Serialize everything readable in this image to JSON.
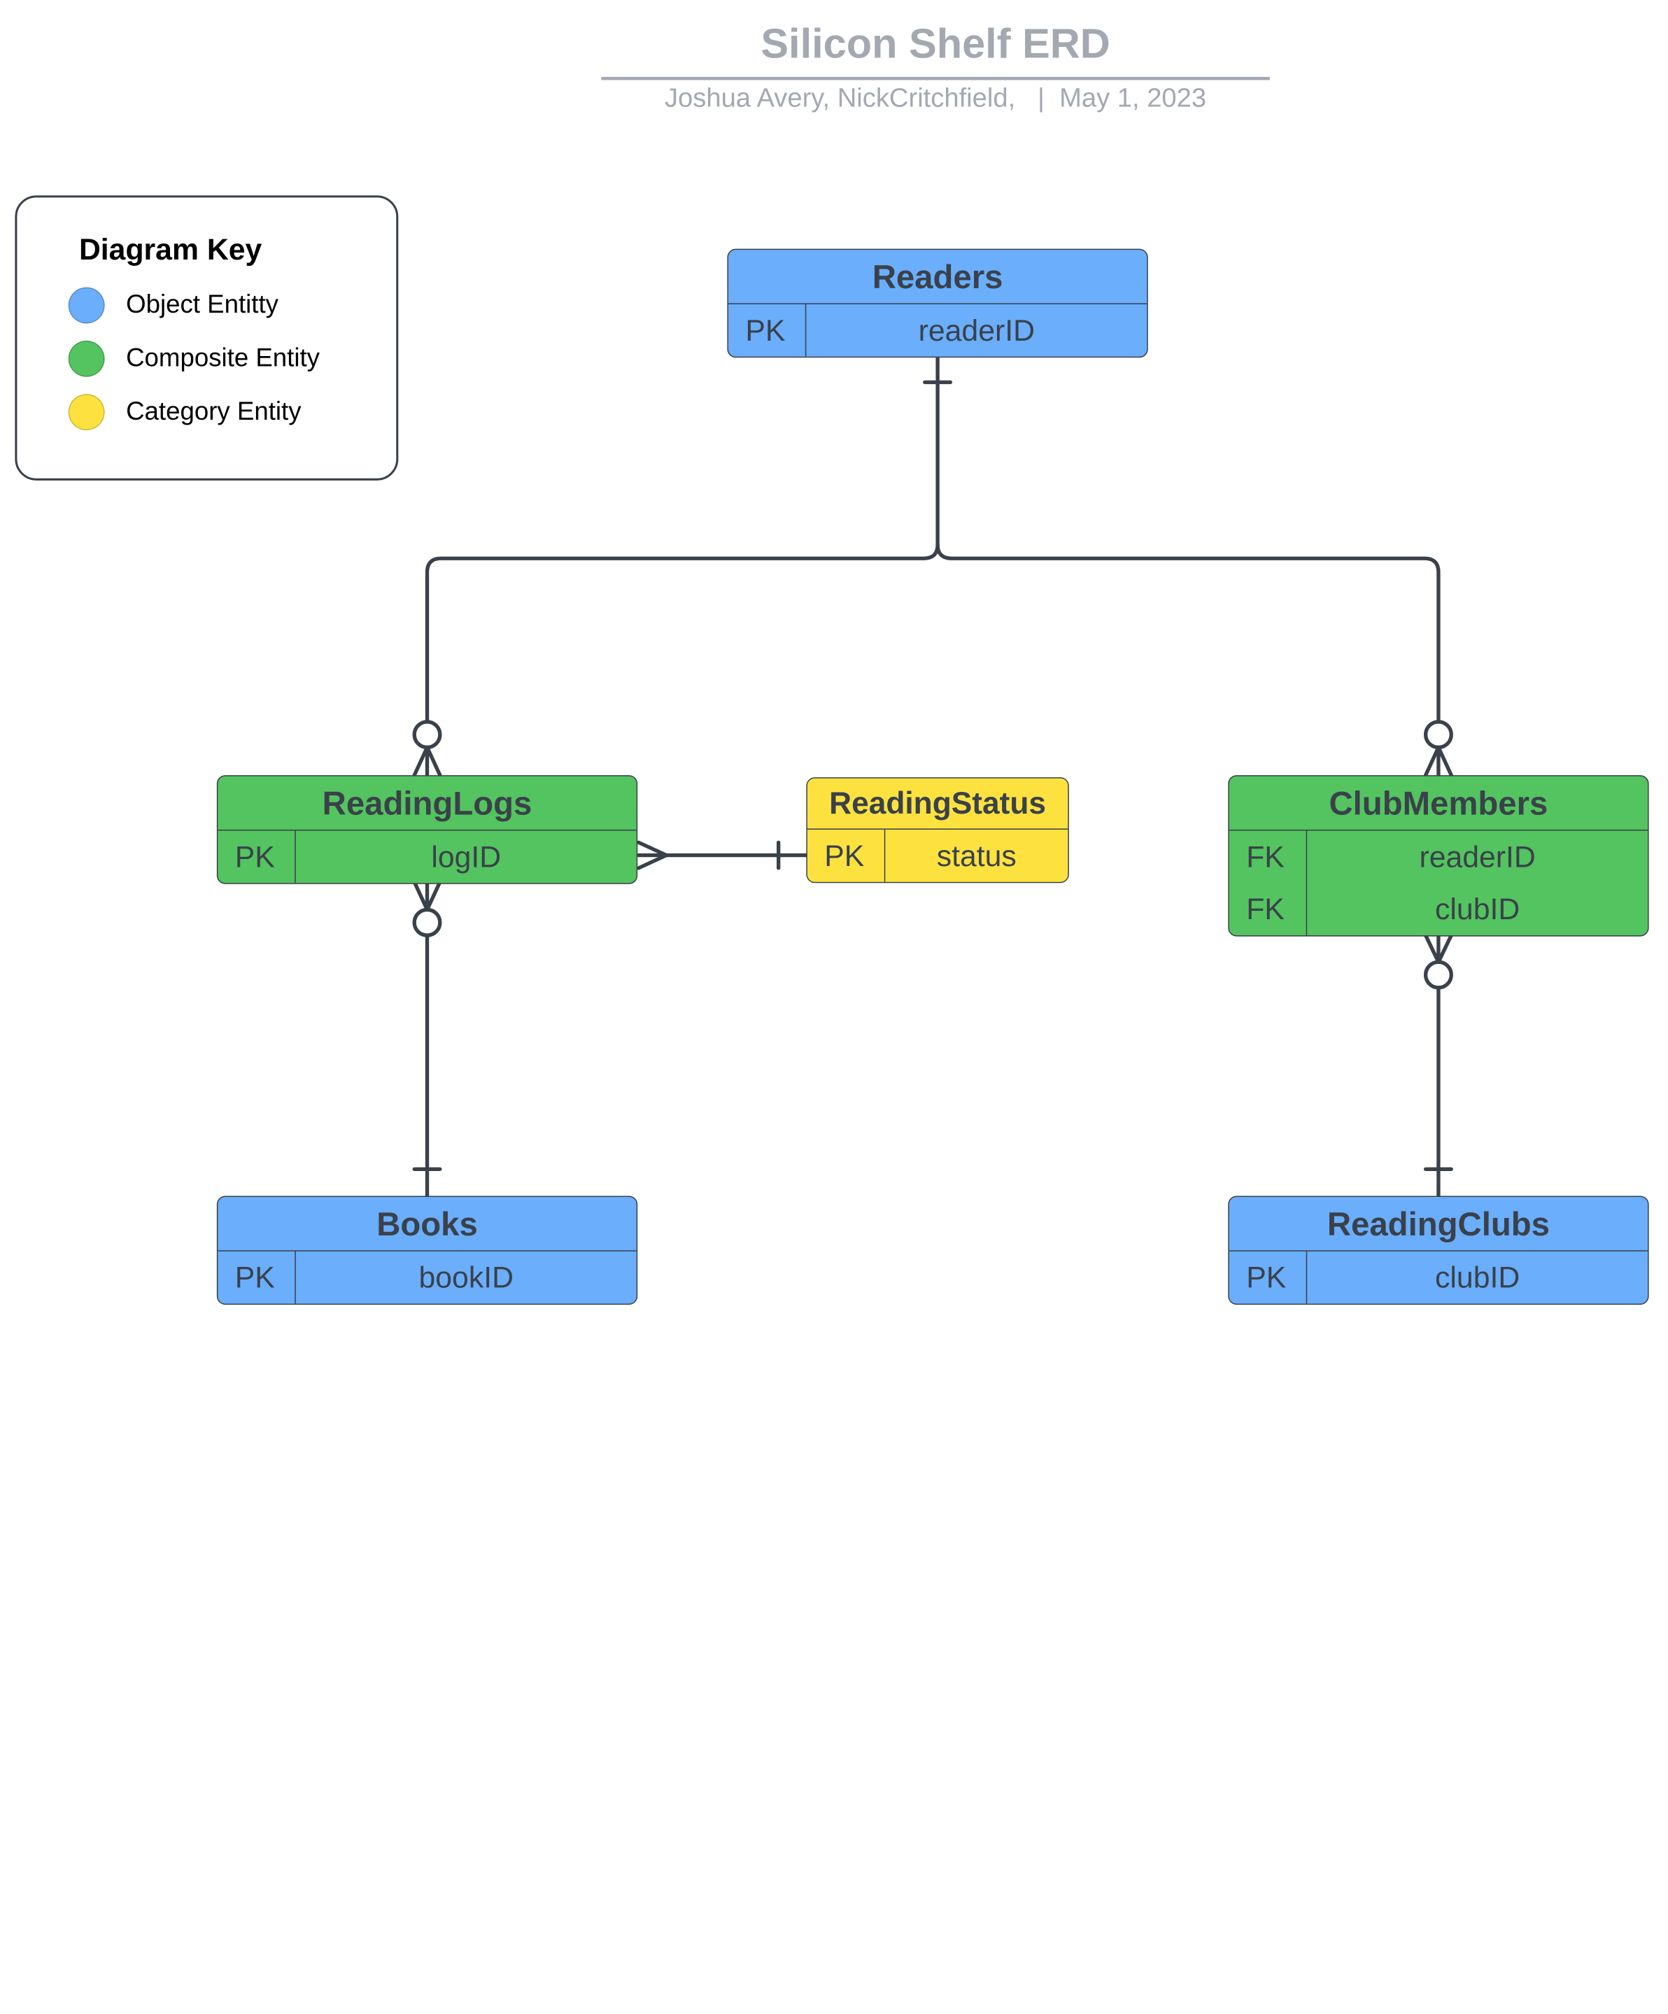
{
  "header": {
    "title": "Silicon Shelf ERD",
    "subtitle": "Joshua Avery, NickCritchfield,   |  May 1, 2023"
  },
  "legend": {
    "title": "Diagram Key",
    "items": [
      {
        "label": "Object Entitty",
        "color": "#6aaefc"
      },
      {
        "label": "Composite Entity",
        "color": "#53c45f"
      },
      {
        "label": "Category Entity",
        "color": "#fde23f"
      }
    ]
  },
  "colors": {
    "object": "#6aaefc",
    "composite": "#53c45f",
    "category": "#fde23f",
    "line": "#3a414a"
  },
  "entities": {
    "readers": {
      "name": "Readers",
      "rows": [
        {
          "key": "PK",
          "field": "readerID"
        }
      ]
    },
    "reading_logs": {
      "name": "ReadingLogs",
      "rows": [
        {
          "key": "PK",
          "field": "logID"
        }
      ]
    },
    "reading_status": {
      "name": "ReadingStatus",
      "rows": [
        {
          "key": "PK",
          "field": "status"
        }
      ]
    },
    "club_members": {
      "name": "ClubMembers",
      "rows": [
        {
          "key": "FK",
          "field": "readerID"
        },
        {
          "key": "FK",
          "field": "clubID"
        }
      ]
    },
    "books": {
      "name": "Books",
      "rows": [
        {
          "key": "PK",
          "field": "bookID"
        }
      ]
    },
    "reading_clubs": {
      "name": "ReadingClubs",
      "rows": [
        {
          "key": "PK",
          "field": "clubID"
        }
      ]
    }
  },
  "relationships": [
    {
      "from": "Readers",
      "from_cardinality": "one",
      "to": "ReadingLogs",
      "to_cardinality": "zero-or-many"
    },
    {
      "from": "Readers",
      "from_cardinality": "one",
      "to": "ClubMembers",
      "to_cardinality": "zero-or-many"
    },
    {
      "from": "ReadingStatus",
      "from_cardinality": "one",
      "to": "ReadingLogs",
      "to_cardinality": "many"
    },
    {
      "from": "Books",
      "from_cardinality": "one",
      "to": "ReadingLogs",
      "to_cardinality": "zero-or-many"
    },
    {
      "from": "ReadingClubs",
      "from_cardinality": "one",
      "to": "ClubMembers",
      "to_cardinality": "zero-or-many"
    }
  ]
}
